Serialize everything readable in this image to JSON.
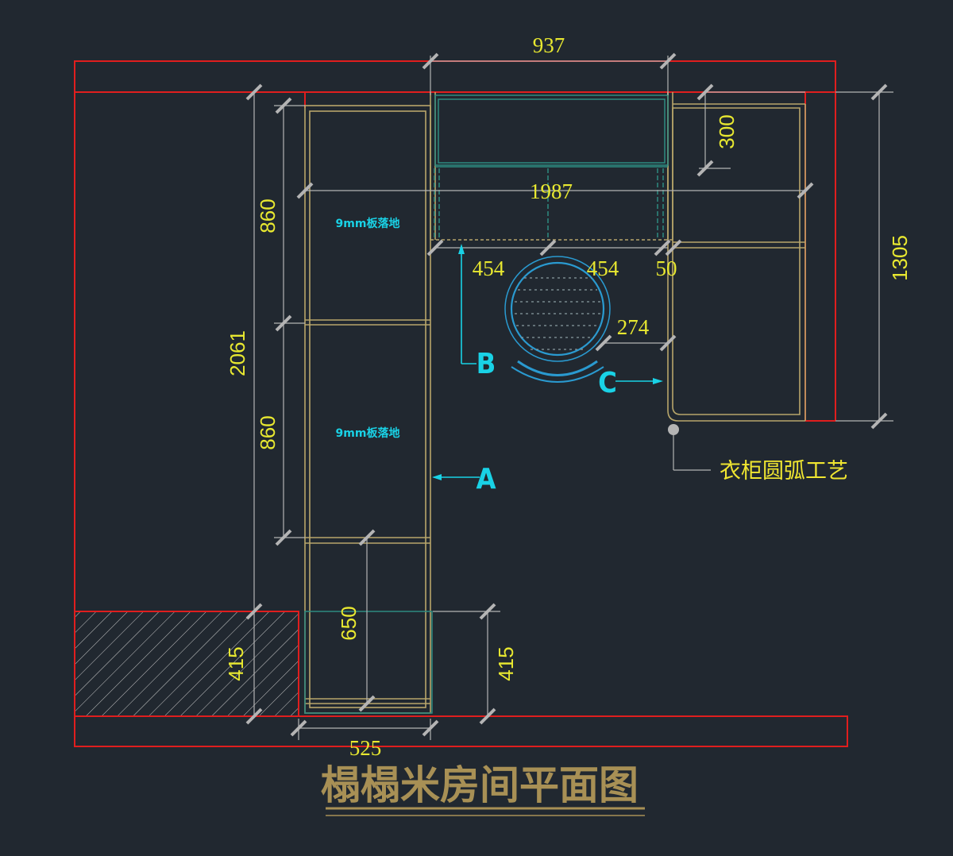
{
  "colors": {
    "background": "#212830",
    "wall": "#e01e1e",
    "cabinet": "#b8a66a",
    "dimension_text": "#e8e830",
    "dimension_line": "#b4b4b4",
    "annotation": "#19d2e6",
    "title": "#a89055"
  },
  "dimensions": {
    "top_width": "937",
    "total_width": "1987",
    "right_depth": "300",
    "right_height": "1305",
    "left_total": "2061",
    "left_upper": "860",
    "left_lower": "860",
    "left_bottom": "415",
    "bay_height": "650",
    "step_height": "415",
    "bottom_width": "525",
    "desk_left": "454",
    "desk_mid": "454",
    "desk_gap": "50",
    "desk_depth": "274"
  },
  "labels": {
    "panel_upper": "9mm板落地",
    "panel_lower": "9mm板落地",
    "view_a": "A",
    "view_b": "B",
    "view_c": "C",
    "wardrobe_note": "衣柜圆弧工艺"
  },
  "title": "榻榻米房间平面图"
}
